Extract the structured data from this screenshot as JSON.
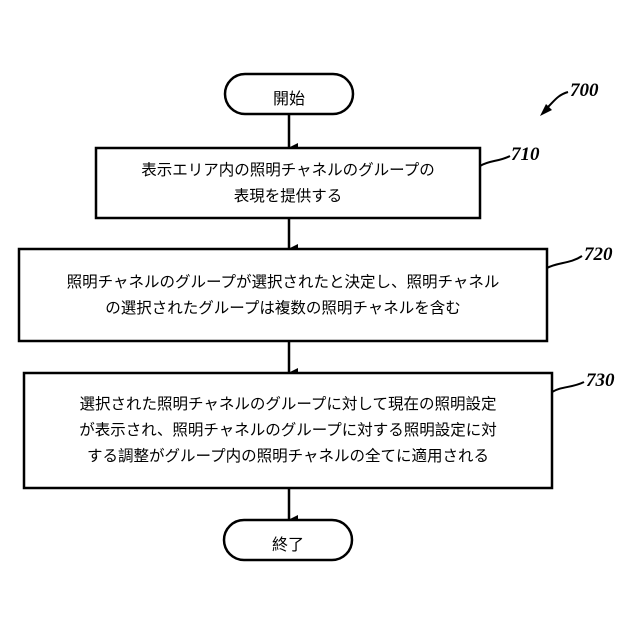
{
  "figure_ref": "700",
  "start": {
    "label": "開始"
  },
  "end": {
    "label": "終了"
  },
  "steps": [
    {
      "ref": "710",
      "lines": [
        "表示エリア内の照明チャネルのグループの",
        "表現を提供する"
      ]
    },
    {
      "ref": "720",
      "lines": [
        "照明チャネルのグループが選択されたと決定し、照明チャネル",
        "の選択されたグループは複数の照明チャネルを含む"
      ]
    },
    {
      "ref": "730",
      "lines": [
        "選択された照明チャネルのグループに対して現在の照明設定",
        "が表示され、照明チャネルのグループに対する照明設定に対",
        "する調整がグループ内の照明チャネルの全てに適用される"
      ]
    }
  ]
}
